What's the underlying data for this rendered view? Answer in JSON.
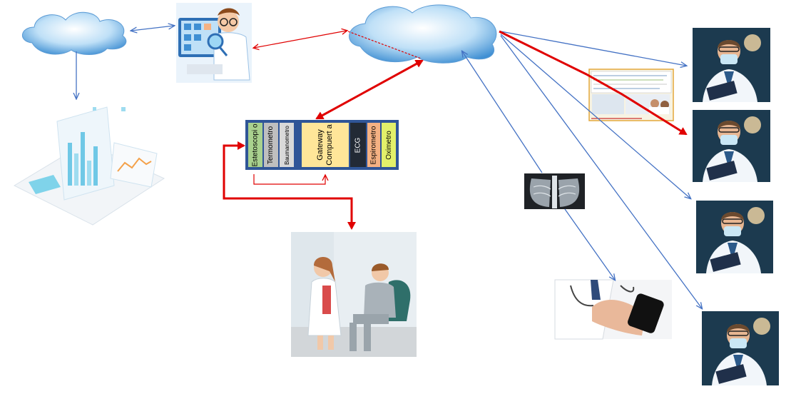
{
  "devices": [
    {
      "label": "Estetoscopi o",
      "color": "#a9d18e"
    },
    {
      "label": "Termometro",
      "color": "#bfbfbf"
    },
    {
      "label": "Baumanometro",
      "color": "#d9d9d9"
    },
    {
      "label": "",
      "color": "#2f5597"
    },
    {
      "label": "Gateway Compuert a",
      "color": "#ffe699"
    },
    {
      "label": "ECG",
      "color": "#222a35"
    },
    {
      "label": "Espirometro",
      "color": "#f4b183"
    },
    {
      "label": "Oximetro",
      "color": "#e2f06a"
    }
  ],
  "colors": {
    "blue_arrow": "#4472c4",
    "red_arrow": "#e00000",
    "cloud": "#5b9bd5",
    "strip_border": "#2f5597"
  },
  "icons": [
    "cloud-icon",
    "cloud-icon",
    "doctor-cartoon",
    "analytics-charts",
    "software-screenshot",
    "chest-xray",
    "child-patients-photo",
    "smartphone-doctor-hand",
    "doctor-masked"
  ]
}
